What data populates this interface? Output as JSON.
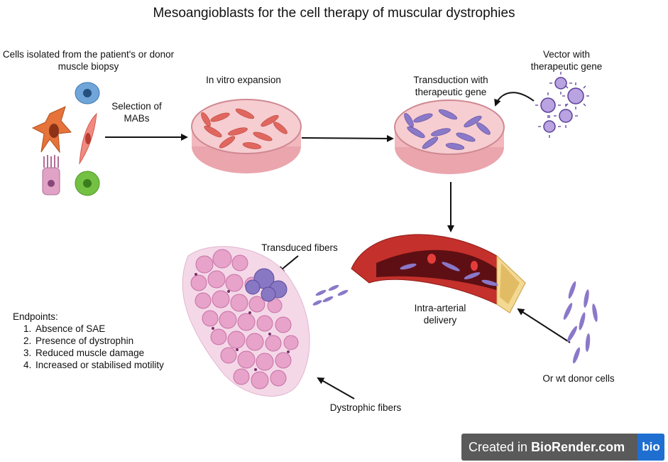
{
  "title": "Mesoangioblasts for the cell therapy of muscular dystrophies",
  "labels": {
    "cells_isolated": "Cells isolated from the patient's or donor muscle biopsy",
    "selection": "Selection of MABs",
    "in_vitro": "In vitro expansion",
    "transduction": "Transduction with therapeutic gene",
    "vector": "Vector with therapeutic gene",
    "transduced_fibers": "Transduced fibers",
    "intra_arterial": "Intra-arterial delivery",
    "donor_cells": "Or wt donor cells",
    "dystrophic_fibers": "Dystrophic fibers"
  },
  "endpoints": {
    "heading": "Endpoints:",
    "items": [
      "Absence of SAE",
      "Presence of dystrophin",
      "Reduced muscle damage",
      "Increased or stabilised motility"
    ]
  },
  "badge": {
    "prefix": "Created in ",
    "brand": "BioRender.com",
    "logo": "bio"
  },
  "colors": {
    "dish_pink": "#f2b8bd",
    "cell_red": "#e0675f",
    "cell_purple": "#8a78c8",
    "fiber_pink": "#e7a3c9",
    "fiber_purple": "#8878c4",
    "vessel_red": "#c4302b",
    "vessel_dark": "#5e0f14"
  },
  "icons": [
    "cell-icons",
    "petri-dish-icon",
    "virus-vector-icon",
    "blood-vessel-icon",
    "muscle-section-icon",
    "donor-cells-icon"
  ]
}
